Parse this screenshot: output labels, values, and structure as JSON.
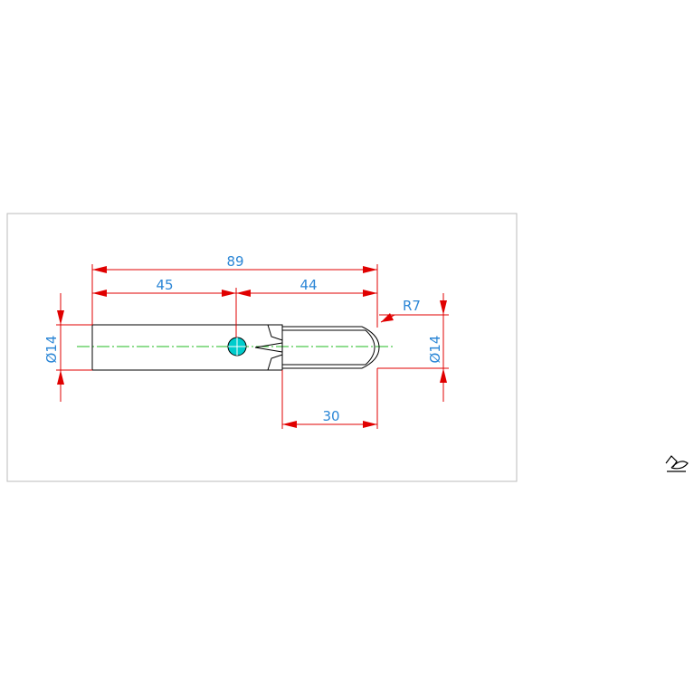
{
  "drawing": {
    "dimensions": {
      "overall_length": "89",
      "left_length": "45",
      "right_length": "44",
      "bottom_length": "30",
      "radius": "R7",
      "left_diameter": "Ø14",
      "right_diameter": "Ø14"
    },
    "colors": {
      "dimension": "#e00000",
      "text": "#2b86d6",
      "outline": "#000000",
      "centerline": "#22bb22",
      "frame": "#bbbbbb",
      "snap_marker": "#00cccc"
    },
    "icons": {
      "ucs": "ucs-icon"
    }
  }
}
